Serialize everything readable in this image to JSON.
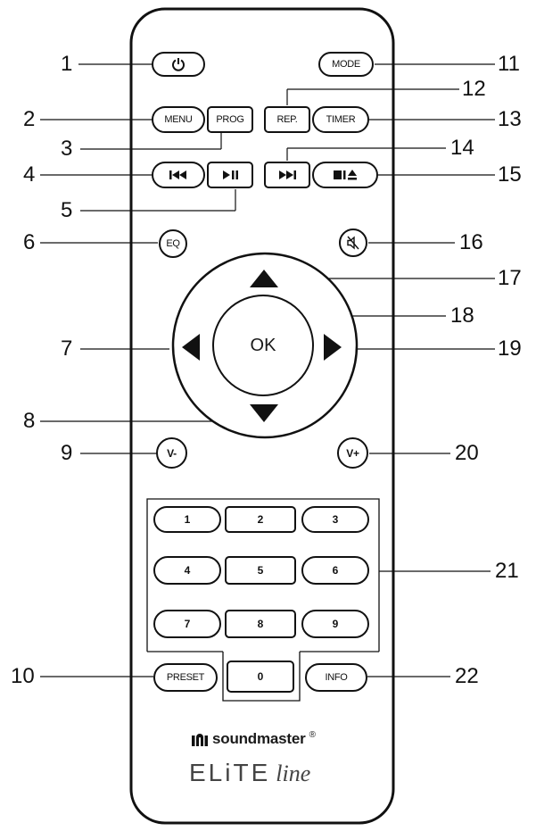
{
  "callouts": [
    "1",
    "2",
    "3",
    "4",
    "5",
    "6",
    "7",
    "8",
    "9",
    "10",
    "11",
    "12",
    "13",
    "14",
    "15",
    "16",
    "17",
    "18",
    "19",
    "20",
    "21",
    "22"
  ],
  "buttons": {
    "menu": "MENU",
    "prog": "PROG",
    "mode": "MODE",
    "rep": "REP.",
    "timer": "TIMER",
    "eq": "EQ",
    "ok": "OK",
    "vol_down": "V-",
    "vol_up": "V+",
    "preset": "PRESET",
    "info": "INFO",
    "keypad": [
      "1",
      "2",
      "3",
      "4",
      "5",
      "6",
      "7",
      "8",
      "9",
      "0"
    ]
  },
  "icons": {
    "power": "power-icon",
    "prev": "skip-previous-icon",
    "play_pause": "play-pause-icon",
    "next": "skip-next-icon",
    "stop_eject": "stop-eject-icon",
    "mute": "mute-icon",
    "up": "arrow-up-icon",
    "down": "arrow-down-icon",
    "left": "arrow-left-icon",
    "right": "arrow-right-icon"
  },
  "branding": {
    "brand": "soundmaster",
    "registered": "®",
    "series": "ELiTE",
    "series_script": "line"
  }
}
